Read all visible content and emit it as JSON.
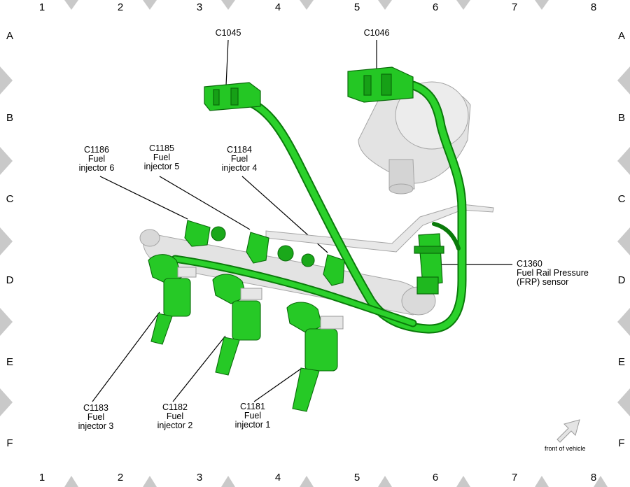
{
  "grid": {
    "columns": [
      "1",
      "2",
      "3",
      "4",
      "5",
      "6",
      "7",
      "8"
    ],
    "rows": [
      "A",
      "B",
      "C",
      "D",
      "E",
      "F"
    ]
  },
  "connectors": {
    "c1045": {
      "id": "C1045"
    },
    "c1046": {
      "id": "C1046"
    },
    "c1186": {
      "id": "C1186",
      "line1": "Fuel",
      "line2": "injector 6"
    },
    "c1185": {
      "id": "C1185",
      "line1": "Fuel",
      "line2": "injector 5"
    },
    "c1184": {
      "id": "C1184",
      "line1": "Fuel",
      "line2": "injector 4"
    },
    "c1360": {
      "id": "C1360",
      "line1": "Fuel Rail Pressure",
      "line2": "(FRP) sensor"
    },
    "c1183": {
      "id": "C1183",
      "line1": "Fuel",
      "line2": "injector 3"
    },
    "c1182": {
      "id": "C1182",
      "line1": "Fuel",
      "line2": "injector 2"
    },
    "c1181": {
      "id": "C1181",
      "line1": "Fuel",
      "line2": "injector 1"
    }
  },
  "orientation": {
    "label": "front of vehicle"
  },
  "colors": {
    "harness": "#1fc41f",
    "harness_dark": "#0a7a0a",
    "component": "#e2e2e2",
    "component_edge": "#a8a8a8",
    "marker": "#c8c8c8"
  }
}
